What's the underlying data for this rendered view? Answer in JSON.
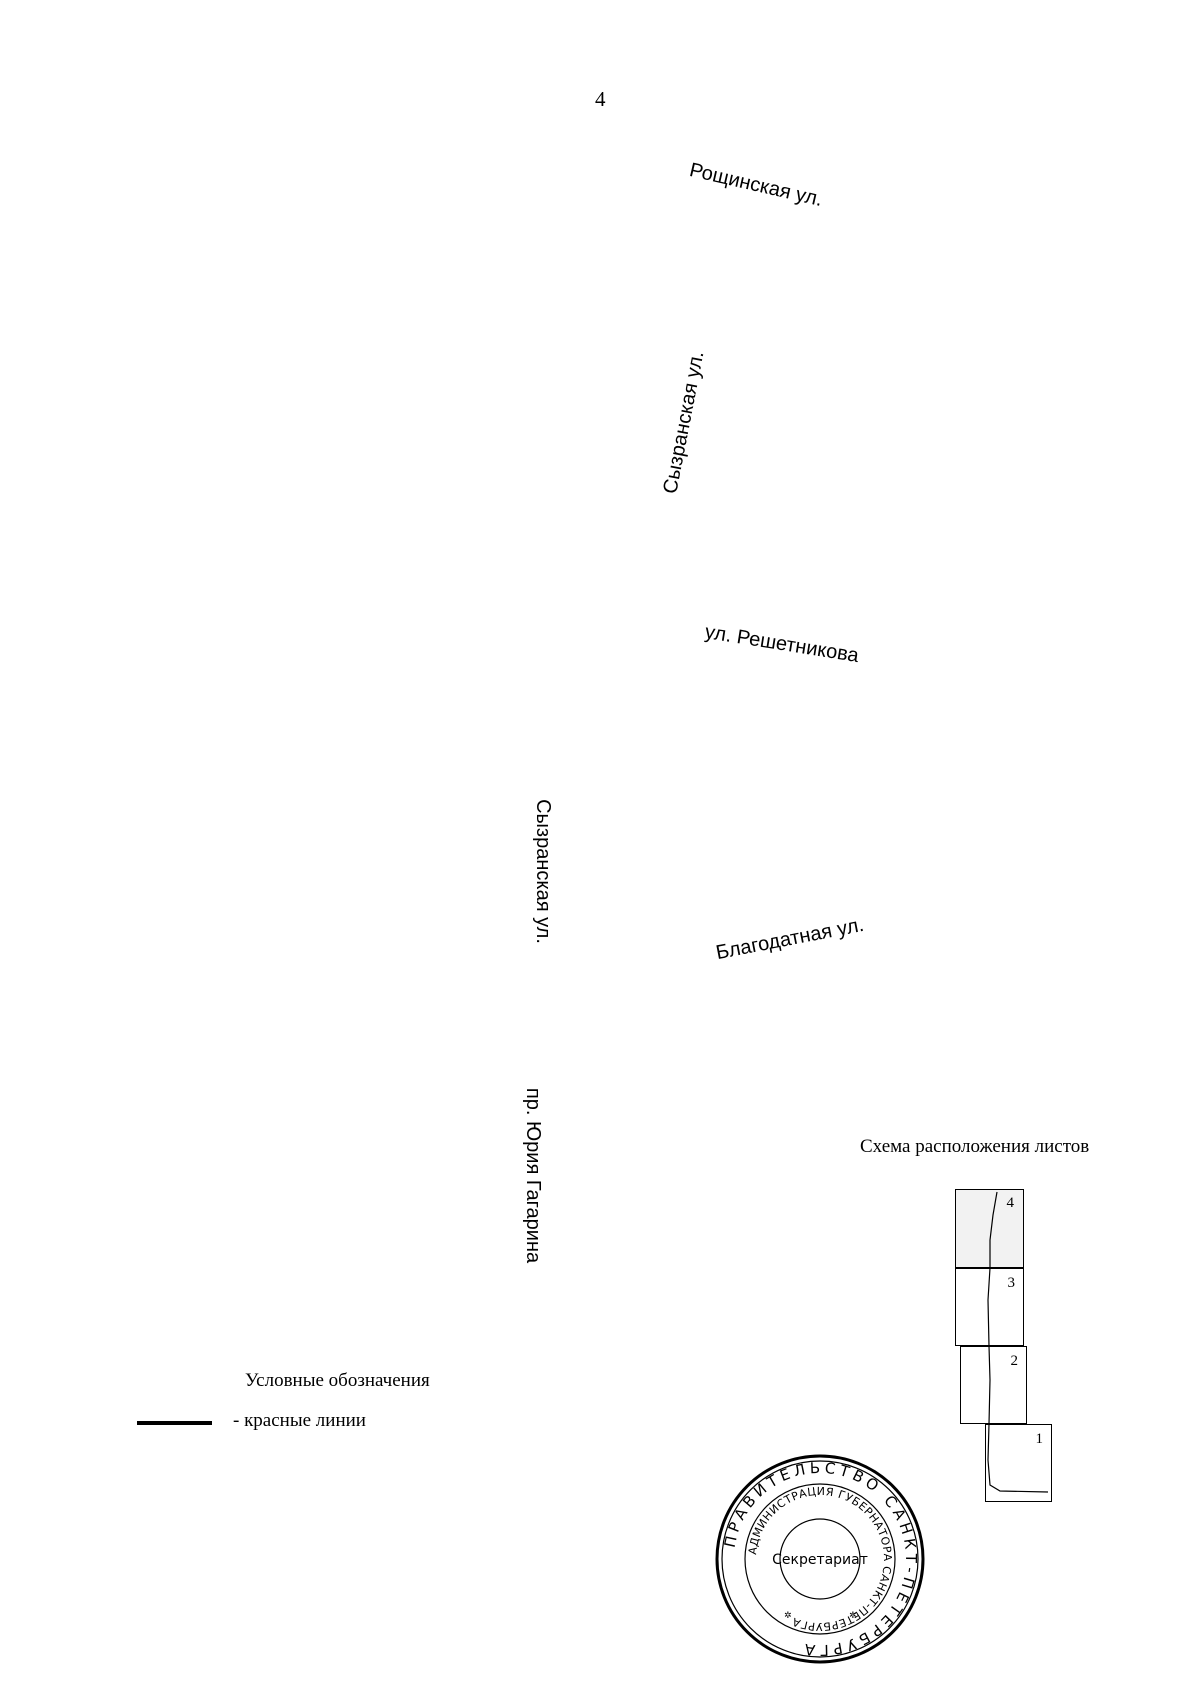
{
  "page_number": "4",
  "streets": {
    "roshchinskaya": "Рощинская ул.",
    "syzranskaya_top": "Сызранская ул.",
    "reshetnikova": "ул. Решетникова",
    "syzranskaya_bottom": "Сызранская ул.",
    "blagodatnaya": "Благодатная ул.",
    "gagarina": "пр. Юрия Гагарина"
  },
  "sheet_scheme": {
    "title": "Схема расположения листов",
    "sheets": [
      "4",
      "3",
      "2",
      "1"
    ]
  },
  "legend": {
    "title": "Условные обозначения",
    "items": [
      {
        "label": "- красные линии",
        "symbol": "thick-black-line"
      }
    ]
  },
  "seal": {
    "outer_text": "ПРАВИТЕЛЬСТВО САНКТ-ПЕТЕРБУРГА",
    "inner_text": "АДМИНИСТРАЦИЯ ГУБЕРНАТОРА САНКТ-ПЕТЕРБУРГА",
    "center_text": "Секретариат"
  }
}
